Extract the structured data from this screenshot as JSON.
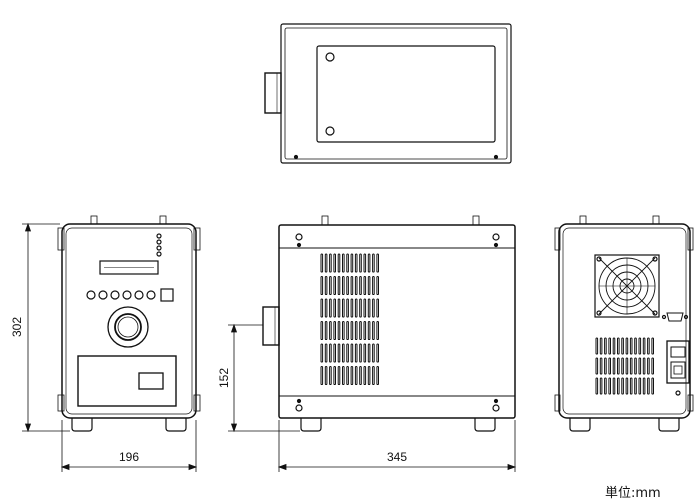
{
  "drawing": {
    "dimensions": {
      "height": "302",
      "front_width": "196",
      "side_depth": "345",
      "handle_height": "152"
    },
    "unit_label": "単位:mm",
    "views": [
      "top-view",
      "front-view",
      "side-view",
      "rear-view"
    ]
  }
}
